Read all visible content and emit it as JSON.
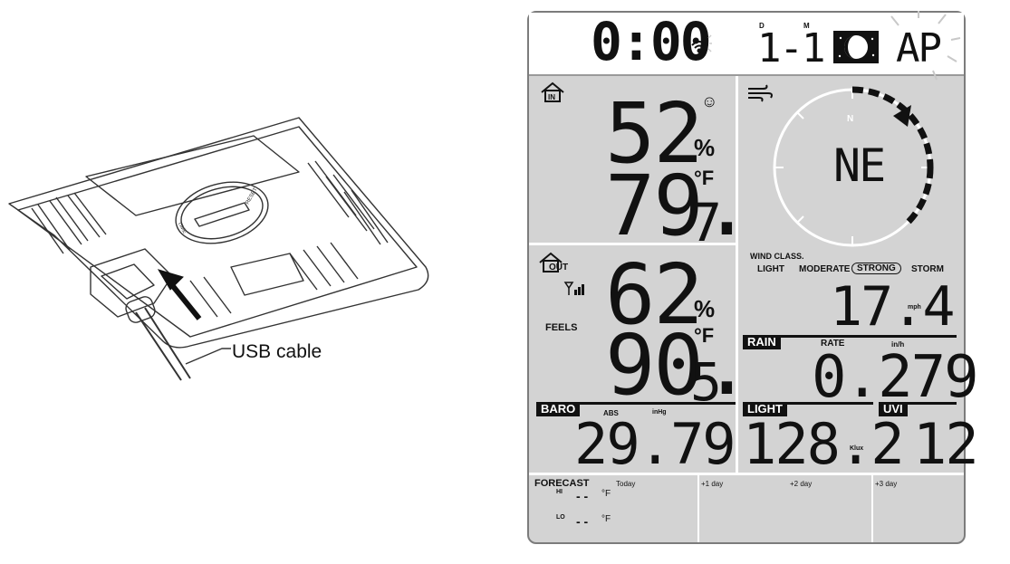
{
  "illustration": {
    "cable_label": "USB cable",
    "button_text_left": "TIME",
    "button_text_right": "RESET"
  },
  "display": {
    "time": "0:00",
    "date_label_day": "D",
    "date_label_month": "M",
    "date": "1-1",
    "ampm": "AP",
    "indoor": {
      "humidity": "52",
      "humidity_unit": "%",
      "temp_main": "79.",
      "temp_dec": "7",
      "temp_unit": "°F",
      "comfort_icon": "smiley-icon"
    },
    "wind": {
      "compass_n": "N",
      "direction": "NE",
      "class_title": "WIND CLASS.",
      "classes": [
        "LIGHT",
        "MODERATE",
        "STRONG",
        "STORM"
      ],
      "active_class": "STRONG",
      "speed": "17.4",
      "speed_unit": "mph"
    },
    "outdoor": {
      "humidity": "62",
      "humidity_unit": "%",
      "feels_label": "FEELS",
      "temp_main": "90.",
      "temp_dec": "5",
      "temp_unit": "°F"
    },
    "rain": {
      "label": "RAIN",
      "rate_label": "RATE",
      "unit": "in/h",
      "value": "0.279"
    },
    "baro": {
      "label": "BARO",
      "abs_label": "ABS",
      "unit": "inHg",
      "value": "29.79"
    },
    "light": {
      "label": "LIGHT",
      "value": "128.2",
      "unit": "Klux"
    },
    "uvi": {
      "label": "UVI",
      "value": "12"
    },
    "forecast": {
      "title": "FORECAST",
      "days": [
        "Today",
        "+1 day",
        "+2 day",
        "+3 day"
      ],
      "hi_label": "HI",
      "lo_label": "LO",
      "hi_value": "- -",
      "lo_value": "- -",
      "unit": "°F"
    }
  }
}
